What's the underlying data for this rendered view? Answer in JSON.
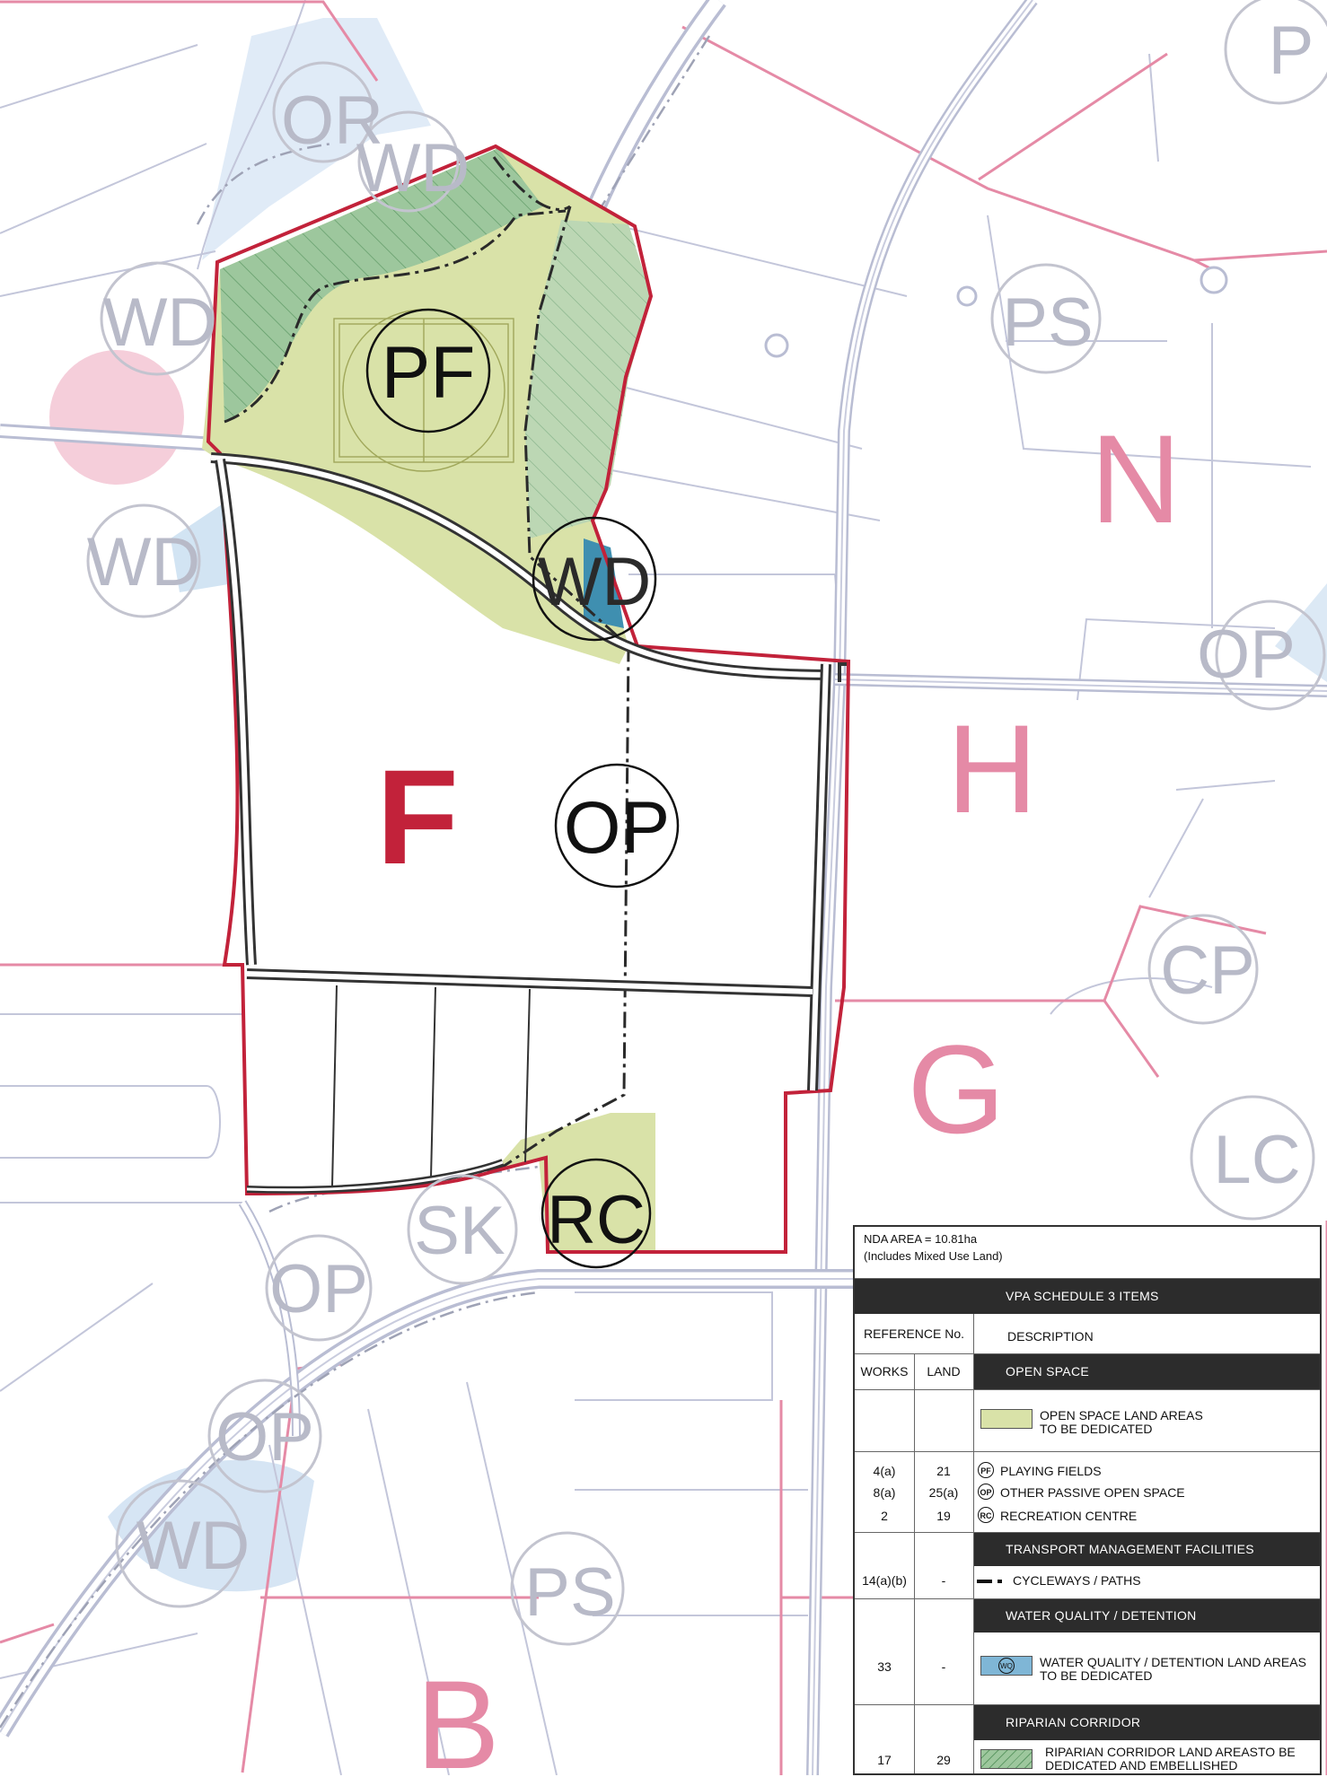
{
  "map": {
    "precincts": [
      {
        "letter": "F",
        "color": "#c2223a",
        "emphasis": true
      },
      {
        "letter": "N",
        "color": "#e58aa6"
      },
      {
        "letter": "H",
        "color": "#e58aa6"
      },
      {
        "letter": "G",
        "color": "#e58aa6"
      },
      {
        "letter": "B",
        "color": "#e58aa6"
      },
      {
        "letter": "P",
        "color": "#e58aa6"
      }
    ],
    "labels_active": [
      "PF",
      "OP",
      "RC",
      "WD"
    ],
    "labels_faded": [
      "OR",
      "WD",
      "WD",
      "WD",
      "PS",
      "OP",
      "CP",
      "LC",
      "SK",
      "OP",
      "OP",
      "WD",
      "PS"
    ],
    "colors": {
      "boundary": "#c2223a",
      "precinct_lines": "#e58aa6",
      "open_space": "#d9e2a8",
      "riparian": "#9dc79d",
      "water": "#b9d7ee",
      "water_dedicated": "#3f8fb0",
      "roads": "#b9bdd3",
      "internal_roads": "#333333"
    }
  },
  "legend": {
    "nda_area": "NDA AREA = 10.81ha",
    "nda_note": "(Includes Mixed Use Land)",
    "schedule_title": "VPA SCHEDULE 3 ITEMS",
    "reference_header": "REFERENCE No.",
    "description_header": "DESCRIPTION",
    "works_header": "WORKS",
    "land_header": "LAND",
    "sections": {
      "open_space": "OPEN SPACE",
      "transport": "TRANSPORT MANAGEMENT FACILITIES",
      "water": "WATER QUALITY / DETENTION",
      "riparian": "RIPARIAN CORRIDOR"
    },
    "open_space_land_line1": "OPEN SPACE LAND AREAS",
    "open_space_land_line2": "TO BE DEDICATED",
    "items": [
      {
        "works": "4(a)",
        "land": "21",
        "symbol": "PF",
        "label": "PLAYING FIELDS"
      },
      {
        "works": "8(a)",
        "land": "25(a)",
        "symbol": "OP",
        "label": "OTHER PASSIVE OPEN SPACE"
      },
      {
        "works": "2",
        "land": "19",
        "symbol": "RC",
        "label": "RECREATION CENTRE"
      }
    ],
    "cycleways": {
      "works": "14(a)(b)",
      "land": "-",
      "label": "CYCLEWAYS / PATHS"
    },
    "water_item": {
      "works": "33",
      "land": "-",
      "symbol": "WQ",
      "line1": "WATER QUALITY / DETENTION LAND AREAS",
      "line2": "TO BE DEDICATED"
    },
    "riparian_item": {
      "works": "17",
      "land": "29",
      "line1": "RIPARIAN CORRIDOR LAND AREASTO BE",
      "line2": "DEDICATED AND EMBELLISHED"
    }
  }
}
